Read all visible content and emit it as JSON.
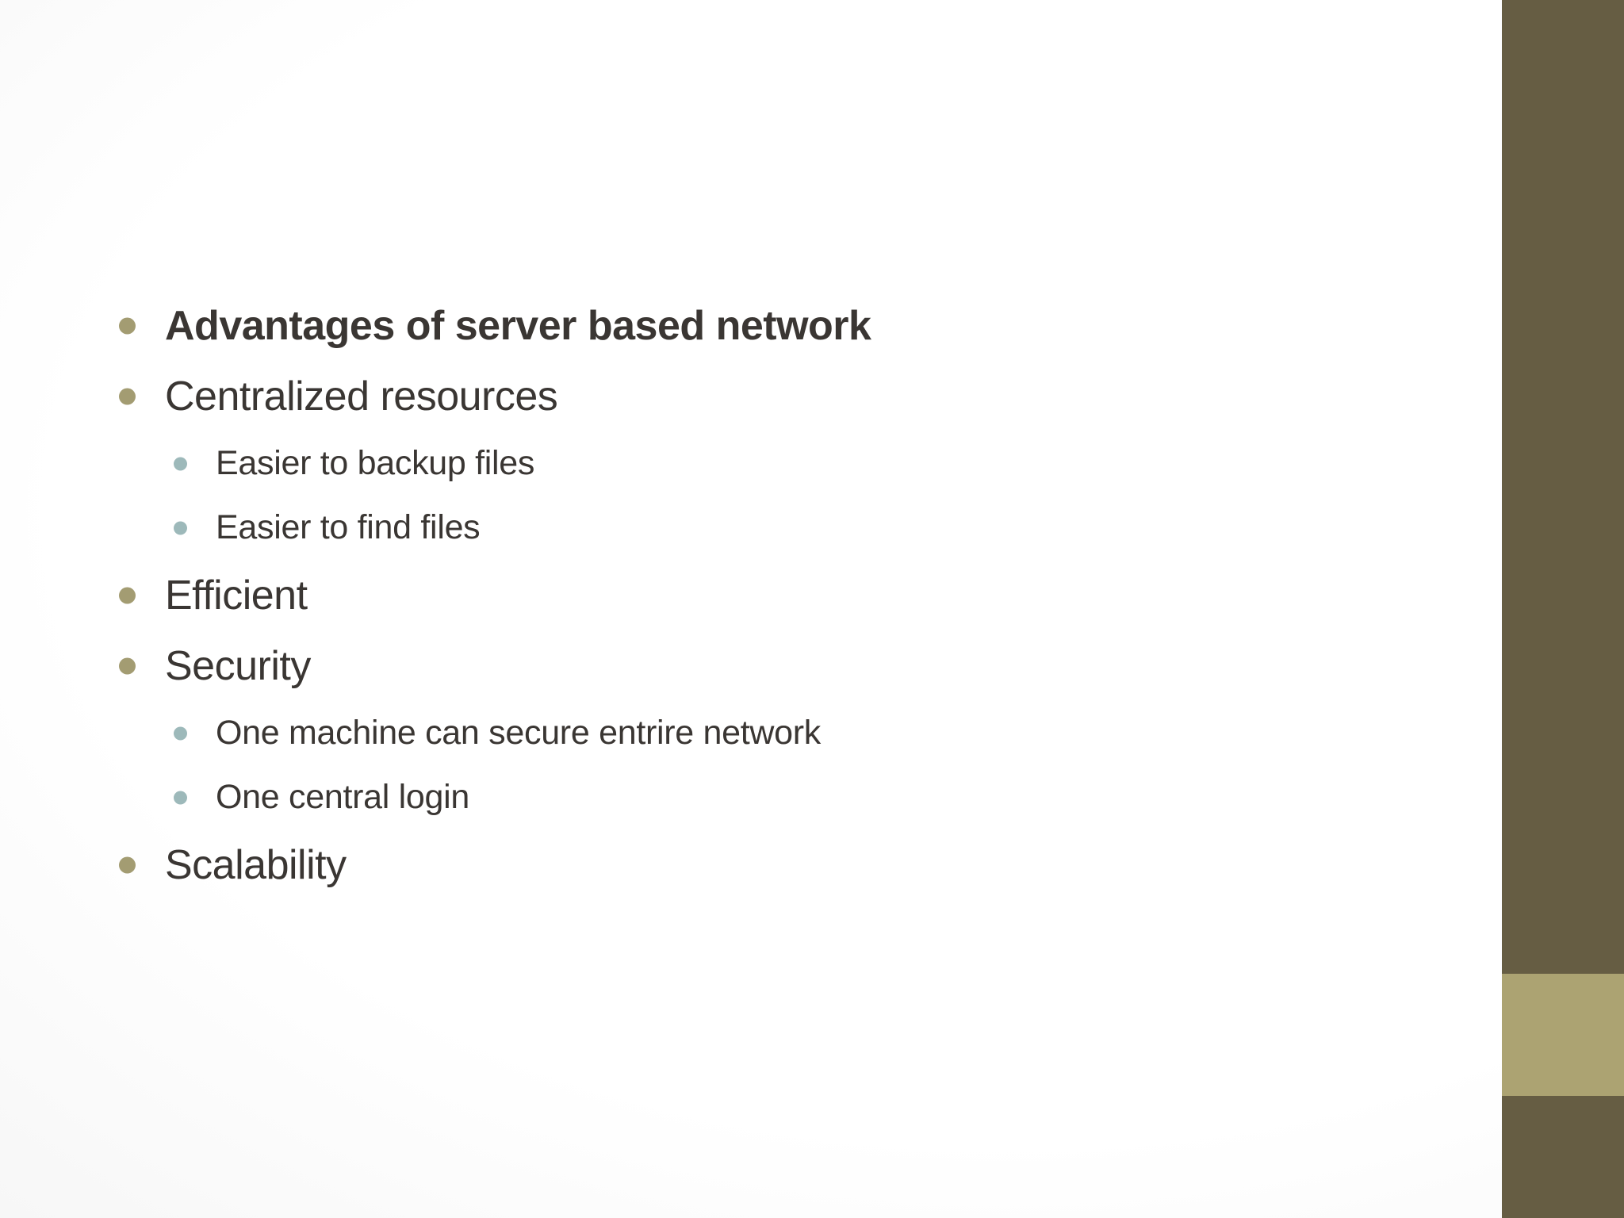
{
  "slide": {
    "colors": {
      "text": "#3a3633",
      "bullet_level1": "#a39c72",
      "bullet_level2": "#9db9ba",
      "sidebar_dark": "#665d43",
      "sidebar_accent": "#aca372",
      "background_center": "#ffffff",
      "background_edge": "#dcdcdc"
    },
    "bullet_items": [
      {
        "level": 1,
        "bold": true,
        "text": "Advantages of server based network"
      },
      {
        "level": 1,
        "bold": false,
        "text": "Centralized resources"
      },
      {
        "level": 2,
        "bold": false,
        "text": "Easier to backup files"
      },
      {
        "level": 2,
        "bold": false,
        "text": "Easier to find files"
      },
      {
        "level": 1,
        "bold": false,
        "text": "Efficient"
      },
      {
        "level": 1,
        "bold": false,
        "text": "Security"
      },
      {
        "level": 2,
        "bold": false,
        "text": "One machine can secure entrire network"
      },
      {
        "level": 2,
        "bold": false,
        "text": "One central login"
      },
      {
        "level": 1,
        "bold": false,
        "text": "Scalability"
      }
    ]
  }
}
